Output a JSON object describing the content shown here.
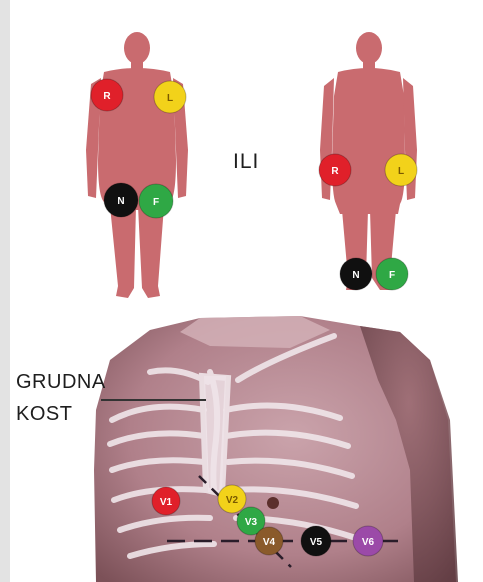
{
  "figure": {
    "separator_word": "ILI",
    "sternum_label_line1": "GRUDNA",
    "sternum_label_line2": "KOST"
  },
  "limb_electrodes_figure_1": [
    {
      "label": "R",
      "color": "#e0202a"
    },
    {
      "label": "L",
      "color": "#f2d21a"
    },
    {
      "label": "N",
      "color": "#101010"
    },
    {
      "label": "F",
      "color": "#2fa845"
    }
  ],
  "limb_electrodes_figure_2": [
    {
      "label": "R",
      "color": "#e0202a"
    },
    {
      "label": "L",
      "color": "#f2d21a"
    },
    {
      "label": "N",
      "color": "#101010"
    },
    {
      "label": "F",
      "color": "#2fa845"
    }
  ],
  "chest_electrodes": [
    {
      "label": "V1",
      "color": "#e0202a"
    },
    {
      "label": "V2",
      "color": "#f2d21a"
    },
    {
      "label": "V3",
      "color": "#2fa845"
    },
    {
      "label": "V4",
      "color": "#8a5a2b"
    },
    {
      "label": "V5",
      "color": "#101010"
    },
    {
      "label": "V6",
      "color": "#9b4aa8"
    }
  ],
  "colors": {
    "body_silhouette": "#c96b6f",
    "chest_skin": "#b7868e",
    "rib_lines": "#f0e6ea"
  }
}
